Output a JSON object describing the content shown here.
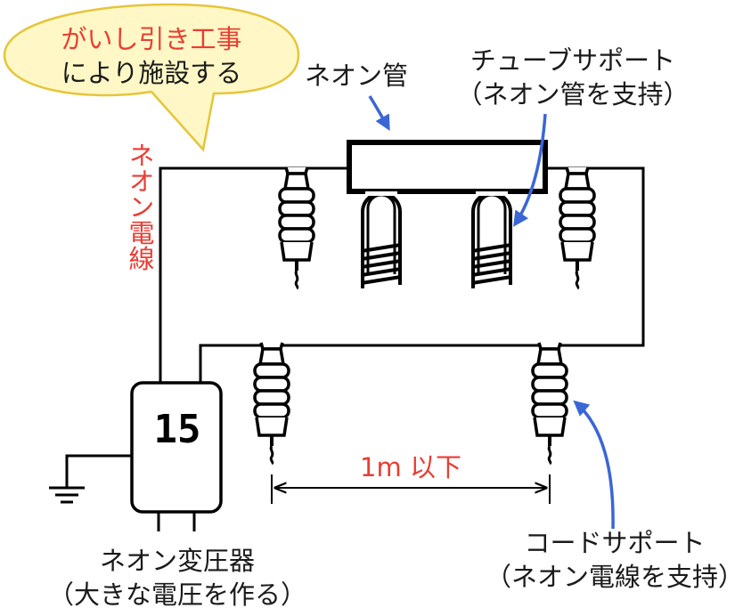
{
  "callout": {
    "line1": "がいし引き工事",
    "line2": "により施設する"
  },
  "labels": {
    "neon_tube": "ネオン管",
    "tube_support_line1": "チューブサポート",
    "tube_support_line2": "（ネオン管を支持）",
    "neon_wire": "ネオン電線",
    "transformer_code": "15",
    "transformer_line1": "ネオン変圧器",
    "transformer_line2": "（大きな電圧を作る）",
    "cord_support_line1": "コードサポート",
    "cord_support_line2": "（ネオン電線を支持）",
    "spacing": "1m 以下"
  },
  "colors": {
    "text": "#1a1a1a",
    "emphasis": "#ea3d33",
    "arrow": "#3a66d6",
    "callout_fill": "#fff8c6",
    "callout_stroke": "#e6c53a",
    "line": "#000000"
  }
}
